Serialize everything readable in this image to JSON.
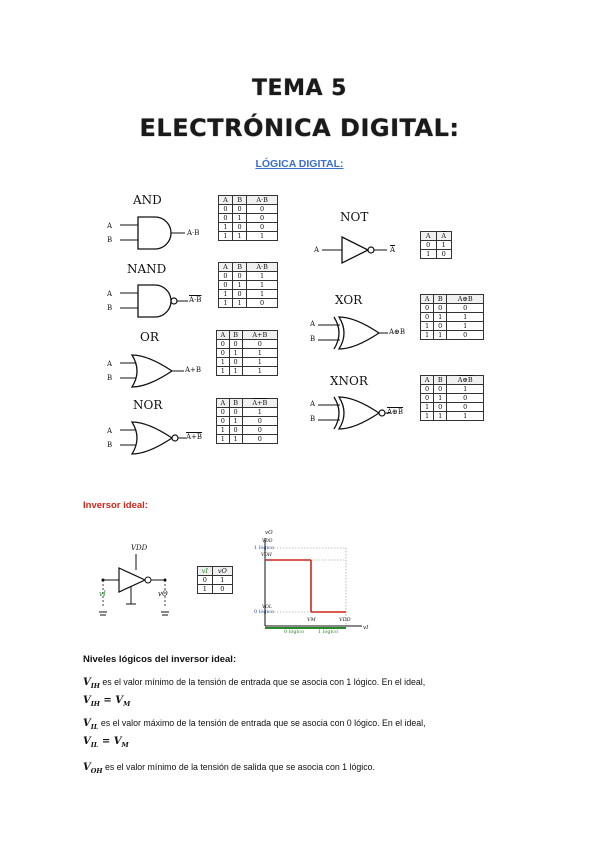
{
  "header": {
    "title_line1": "TEMA 5",
    "title_line2": "ELECTRÓNICA DIGITAL:",
    "subtitle": "LÓGICA DIGITAL:"
  },
  "gates": {
    "and": {
      "name": "AND",
      "in_a": "A",
      "in_b": "B",
      "out": "A·B",
      "table": [
        [
          "A",
          "B",
          "A·B"
        ],
        [
          "0",
          "0",
          "0"
        ],
        [
          "0",
          "1",
          "0"
        ],
        [
          "1",
          "0",
          "0"
        ],
        [
          "1",
          "1",
          "1"
        ]
      ]
    },
    "nand": {
      "name": "NAND",
      "in_a": "A",
      "in_b": "B",
      "out": "A·B",
      "table": [
        [
          "A",
          "B",
          "A·B"
        ],
        [
          "0",
          "0",
          "1"
        ],
        [
          "0",
          "1",
          "1"
        ],
        [
          "1",
          "0",
          "1"
        ],
        [
          "1",
          "1",
          "0"
        ]
      ]
    },
    "or": {
      "name": "OR",
      "in_a": "A",
      "in_b": "B",
      "out": "A+B",
      "table": [
        [
          "A",
          "B",
          "A+B"
        ],
        [
          "0",
          "0",
          "0"
        ],
        [
          "0",
          "1",
          "1"
        ],
        [
          "1",
          "0",
          "1"
        ],
        [
          "1",
          "1",
          "1"
        ]
      ]
    },
    "nor": {
      "name": "NOR",
      "in_a": "A",
      "in_b": "B",
      "out": "A+B",
      "table": [
        [
          "A",
          "B",
          "A+B"
        ],
        [
          "0",
          "0",
          "1"
        ],
        [
          "0",
          "1",
          "0"
        ],
        [
          "1",
          "0",
          "0"
        ],
        [
          "1",
          "1",
          "0"
        ]
      ]
    },
    "not": {
      "name": "NOT",
      "in_a": "A",
      "out": "A",
      "table": [
        [
          "A",
          "A"
        ],
        [
          "0",
          "1"
        ],
        [
          "1",
          "0"
        ]
      ]
    },
    "xor": {
      "name": "XOR",
      "in_a": "A",
      "in_b": "B",
      "out": "A⊕B",
      "table": [
        [
          "A",
          "B",
          "A⊕B"
        ],
        [
          "0",
          "0",
          "0"
        ],
        [
          "0",
          "1",
          "1"
        ],
        [
          "1",
          "0",
          "1"
        ],
        [
          "1",
          "1",
          "0"
        ]
      ]
    },
    "xnor": {
      "name": "XNOR",
      "in_a": "A",
      "in_b": "B",
      "out": "A⊕B",
      "table": [
        [
          "A",
          "B",
          "A⊕B"
        ],
        [
          "0",
          "0",
          "1"
        ],
        [
          "0",
          "1",
          "0"
        ],
        [
          "1",
          "0",
          "0"
        ],
        [
          "1",
          "1",
          "1"
        ]
      ]
    }
  },
  "inverter_section": {
    "heading": "Inversor ideal:",
    "circuit": {
      "vdd": "VDD",
      "vi": "vI",
      "vo": "vO"
    },
    "table": [
      [
        "vI",
        "vO"
      ],
      [
        "0",
        "1"
      ],
      [
        "1",
        "0"
      ]
    ],
    "graph": {
      "y_axis": "vO",
      "x_axis": "vI",
      "high_label": "1 lógico",
      "low_label": "0 lógico",
      "x_low": "0 lógico",
      "x_high": "1 lógico",
      "vm": "VM",
      "vdd_x": "VDD",
      "voh": "VOH",
      "vol": "VOL",
      "vdd_y": "VDD"
    }
  },
  "levels": {
    "heading": "Niveles lógicos del inversor ideal:",
    "vih": {
      "sym": "V",
      "sub": "IH",
      "text": " es el valor mínimo de la tensión de entrada que se asocia con 1 lógico. En el ideal,",
      "eq_lhs": "V",
      "eq_lhs_sub": "IH",
      "eq_rhs": "V",
      "eq_rhs_sub": "M"
    },
    "vil": {
      "sym": "V",
      "sub": "IL",
      "text": " es el valor máximo de la tensión de entrada que se asocia con 0 lógico. En el ideal,",
      "eq_lhs": "V",
      "eq_lhs_sub": "IL",
      "eq_rhs": "V",
      "eq_rhs_sub": "M"
    },
    "voh": {
      "sym": "V",
      "sub": "OH",
      "text": " es el valor mínimo de la tensión de salida que se asocia con 1 lógico."
    }
  }
}
